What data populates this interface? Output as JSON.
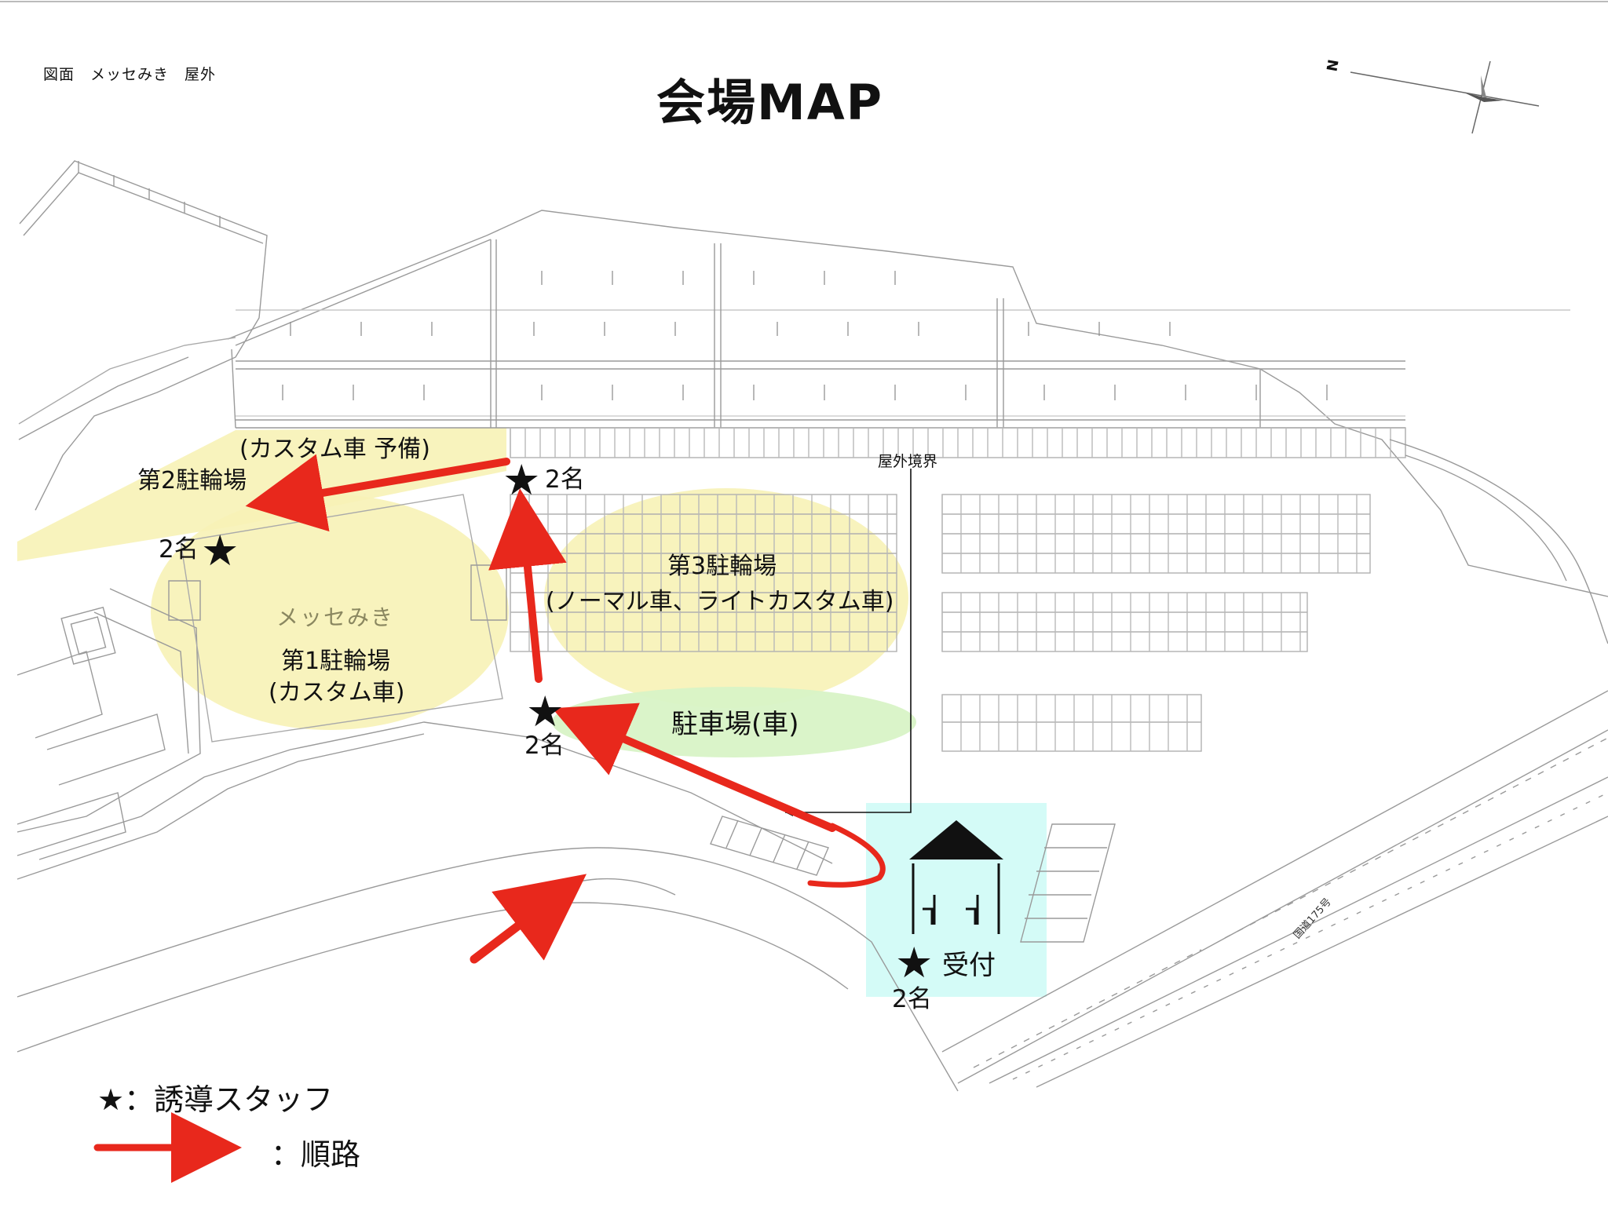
{
  "header": {
    "drawing_label": "図面　メッセみき　屋外",
    "title": "会場MAP",
    "compass_letter": "N"
  },
  "zones": {
    "bike2": "第2駐輪場",
    "custom_reserve": "(カスタム車 予備)",
    "venue_name": "メッセみき",
    "bike1_name": "第1駐輪場",
    "bike1_sub": "(カスタム車)",
    "bike3_name": "第3駐輪場",
    "bike3_sub": "(ノーマル車、ライトカスタム車)",
    "car_parking": "駐車場(車)",
    "boundary": "屋外境界",
    "reception": "受付",
    "road": "国道175号"
  },
  "staff": {
    "symbol": "★",
    "count": "2名"
  },
  "legend": {
    "star_text": "★：誘導スタッフ",
    "route_text": "：順路"
  },
  "colors": {
    "yellow_zone": "#f7f2b6",
    "green_zone": "#d8f3c6",
    "reception_bg": "#d4fbf7",
    "route_arrow": "#e8281c",
    "line_drawing": "#9a9a9a"
  }
}
